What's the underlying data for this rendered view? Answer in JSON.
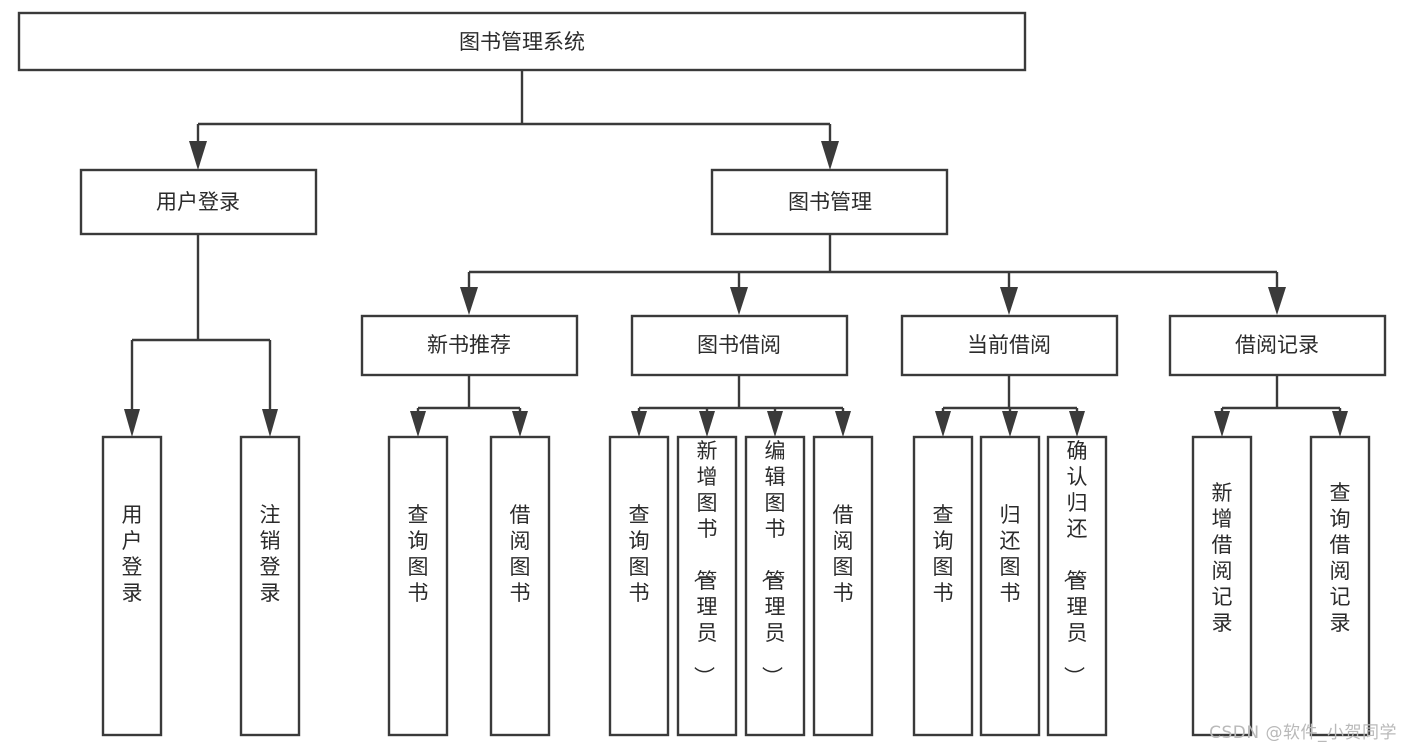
{
  "diagram": {
    "title": "图书管理系统",
    "type": "hierarchy-tree",
    "background_color": "#ffffff",
    "line_color": "#3a3a3a",
    "text_color": "#2b2b2b",
    "levels": [
      {
        "level": 1,
        "nodes": [
          {
            "id": "root",
            "label": "图书管理系统",
            "orientation": "horizontal"
          }
        ]
      },
      {
        "level": 2,
        "nodes": [
          {
            "id": "login",
            "label": "用户登录",
            "orientation": "horizontal"
          },
          {
            "id": "bookmgmt",
            "label": "图书管理",
            "orientation": "horizontal"
          }
        ]
      },
      {
        "level": 3,
        "nodes": [
          {
            "id": "newbook",
            "label": "新书推荐",
            "orientation": "horizontal"
          },
          {
            "id": "borrow",
            "label": "图书借阅",
            "orientation": "horizontal"
          },
          {
            "id": "current",
            "label": "当前借阅",
            "orientation": "horizontal"
          },
          {
            "id": "records",
            "label": "借阅记录",
            "orientation": "horizontal"
          }
        ]
      },
      {
        "level": 4,
        "nodes": [
          {
            "id": "leaf1",
            "label": "用户登录",
            "orientation": "vertical",
            "parent": "login"
          },
          {
            "id": "leaf2",
            "label": "注销登录",
            "orientation": "vertical",
            "parent": "login"
          },
          {
            "id": "leaf3",
            "label": "查询图书",
            "orientation": "vertical",
            "parent": "newbook"
          },
          {
            "id": "leaf4",
            "label": "借阅图书",
            "orientation": "vertical",
            "parent": "newbook"
          },
          {
            "id": "leaf5",
            "label": "查询图书",
            "orientation": "vertical",
            "parent": "borrow"
          },
          {
            "id": "leaf6",
            "label": "新增图书（管理员）",
            "orientation": "vertical",
            "parent": "borrow"
          },
          {
            "id": "leaf7",
            "label": "编辑图书（管理员）",
            "orientation": "vertical",
            "parent": "borrow"
          },
          {
            "id": "leaf8",
            "label": "借阅图书",
            "orientation": "vertical",
            "parent": "borrow"
          },
          {
            "id": "leaf9",
            "label": "查询图书",
            "orientation": "vertical",
            "parent": "current"
          },
          {
            "id": "leaf10",
            "label": "归还图书",
            "orientation": "vertical",
            "parent": "current"
          },
          {
            "id": "leaf11",
            "label": "确认归还（管理员）",
            "orientation": "vertical",
            "parent": "current"
          },
          {
            "id": "leaf12",
            "label": "新增借阅记录",
            "orientation": "vertical",
            "parent": "records"
          },
          {
            "id": "leaf13",
            "label": "查询借阅记录",
            "orientation": "vertical",
            "parent": "records"
          }
        ]
      }
    ]
  },
  "watermark": {
    "text": "CSDN @软件_小贺同学"
  }
}
